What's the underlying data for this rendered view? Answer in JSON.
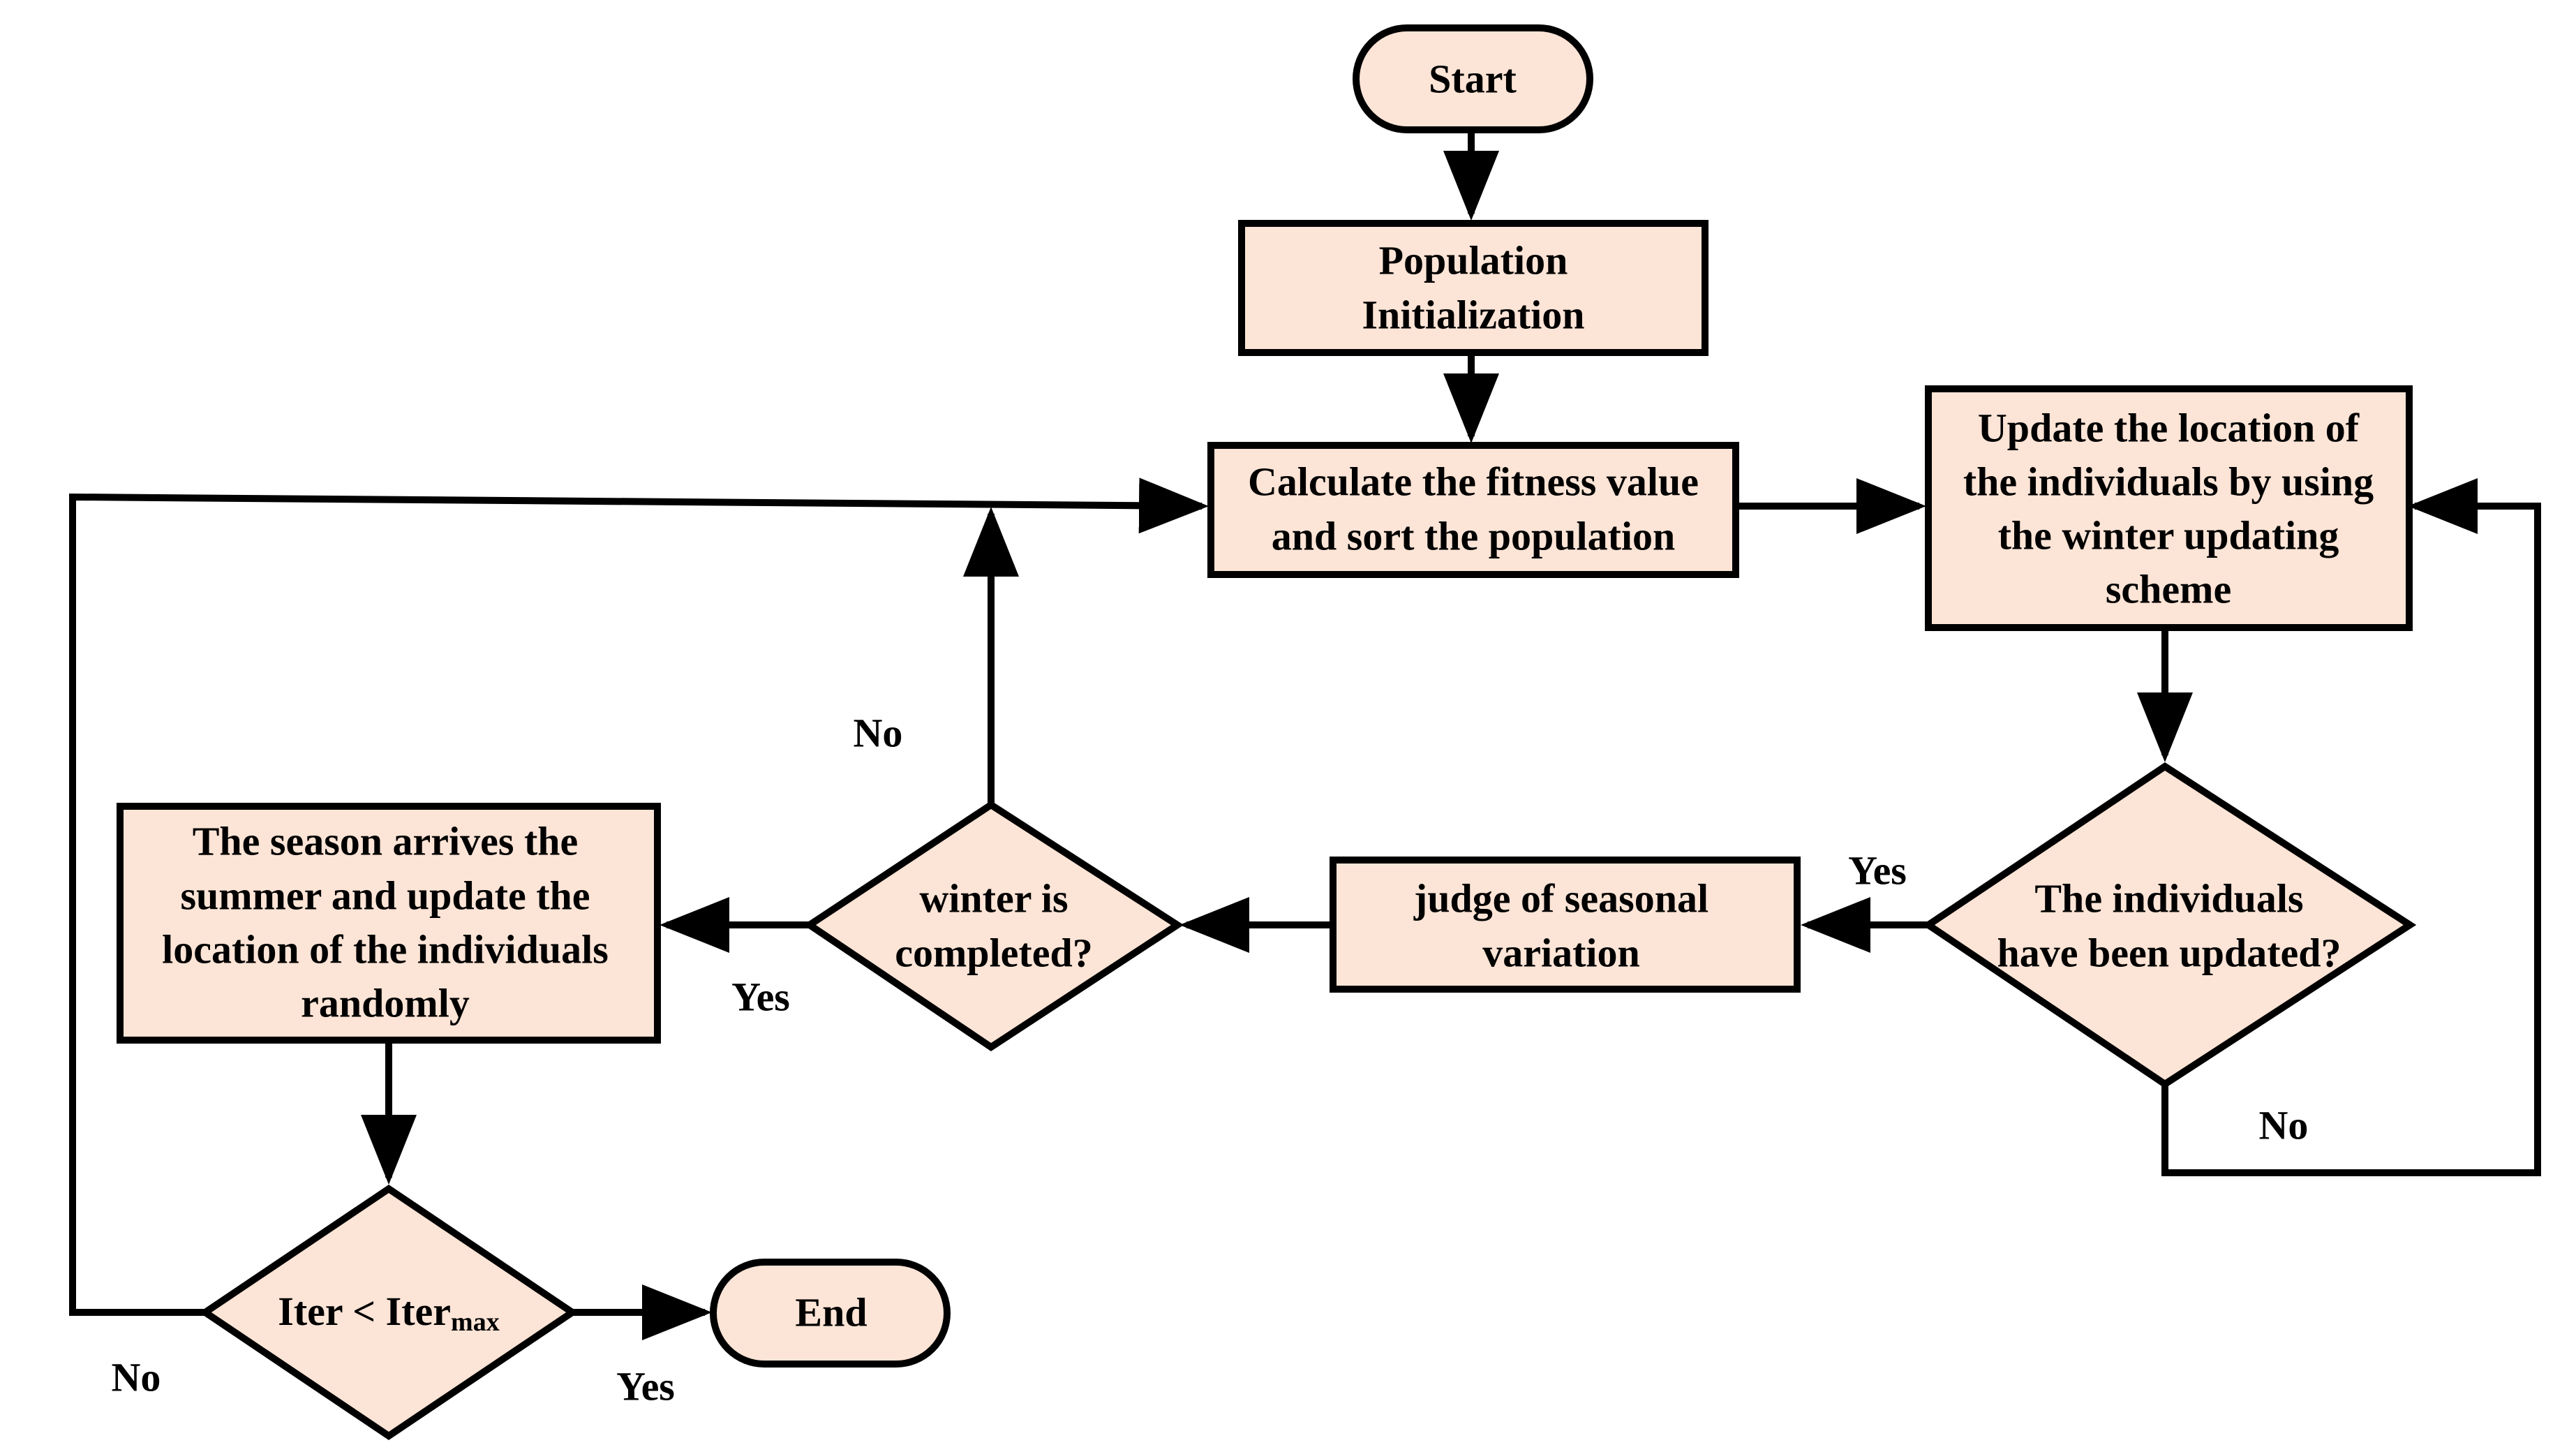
{
  "colors": {
    "node_fill": "#fce4d6",
    "stroke": "#000000",
    "background": "#ffffff"
  },
  "nodes": {
    "start": {
      "shape": "terminal",
      "lines": [
        "Start"
      ]
    },
    "init": {
      "shape": "process",
      "lines": [
        "Population",
        "Initialization"
      ]
    },
    "fitness": {
      "shape": "process",
      "lines": [
        "Calculate the fitness value",
        "and sort the population"
      ]
    },
    "winter_update": {
      "shape": "process",
      "lines": [
        "Update the location of",
        "the individuals by using",
        "the winter updating",
        "scheme"
      ]
    },
    "updated_check": {
      "shape": "decision",
      "lines": [
        "The individuals",
        "have been updated?"
      ]
    },
    "judge": {
      "shape": "process",
      "lines": [
        "judge of seasonal",
        "variation"
      ]
    },
    "winter_done": {
      "shape": "decision",
      "lines": [
        "winter is",
        "completed?"
      ]
    },
    "summer_update": {
      "shape": "process",
      "lines": [
        "The season arrives the",
        "summer and update the",
        "location of the individuals",
        "randomly"
      ]
    },
    "iter_check": {
      "shape": "decision",
      "main": "Iter < Iter",
      "subscript": "max"
    },
    "end": {
      "shape": "terminal",
      "lines": [
        "End"
      ]
    }
  },
  "edge_labels": {
    "winter_done_no": "No",
    "winter_done_yes": "Yes",
    "updated_yes": "Yes",
    "updated_no": "No",
    "iter_no": "No",
    "iter_yes": "Yes"
  }
}
